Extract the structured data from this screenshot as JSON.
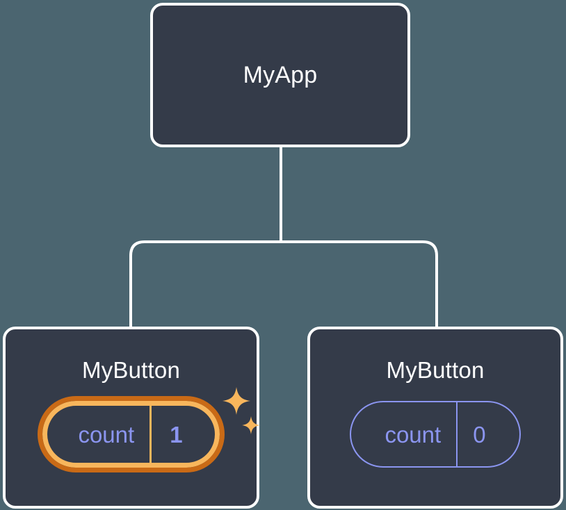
{
  "canvas": {
    "background_color": "#4b6570",
    "node_fill_color": "#343b49",
    "node_border_color": "#ffffff",
    "edge_color": "#ffffff",
    "accent_value_color": "#8b95f0",
    "highlight_inner_color": "#f8b65c",
    "highlight_outer_color": "#c96a16"
  },
  "tree": {
    "root": {
      "title": "MyApp"
    },
    "children": [
      {
        "title": "MyButton",
        "state": {
          "key": "count",
          "value": "1"
        },
        "highlighted": true,
        "sparkle_big_icon": "sparkle-icon",
        "sparkle_small_icon": "sparkle-icon"
      },
      {
        "title": "MyButton",
        "state": {
          "key": "count",
          "value": "0"
        },
        "highlighted": false
      }
    ]
  }
}
